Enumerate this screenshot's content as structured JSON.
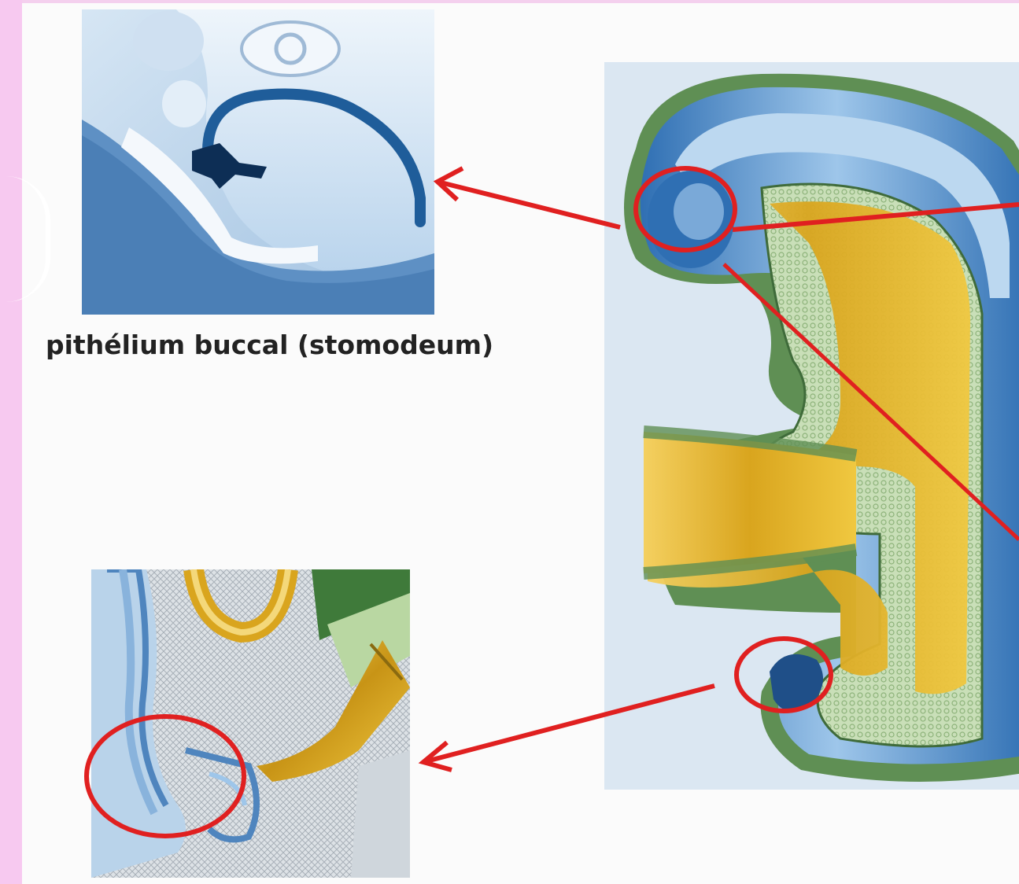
{
  "captions": {
    "buccal_epithelium": "pithélium buccal (stomodeum)"
  },
  "colors": {
    "background": "#f7c9f0",
    "slide": "#fbfbfb",
    "annotation_red": "#e02020",
    "ectoderm_blue": "#2f6fb3",
    "mesoderm_green": "#6f9c5a",
    "endoderm_yellow": "#e0b020"
  },
  "annotations": [
    {
      "name": "stomodeum-circle",
      "shape": "circle",
      "color": "red"
    },
    {
      "name": "cloacal-circle",
      "shape": "circle",
      "color": "red"
    },
    {
      "name": "cloaca-detail-circle",
      "shape": "circle",
      "color": "red"
    },
    {
      "name": "arrow-to-buccal-panel",
      "shape": "arrow",
      "color": "red"
    },
    {
      "name": "arrow-to-cloaca-panel",
      "shape": "arrow",
      "color": "red"
    }
  ]
}
